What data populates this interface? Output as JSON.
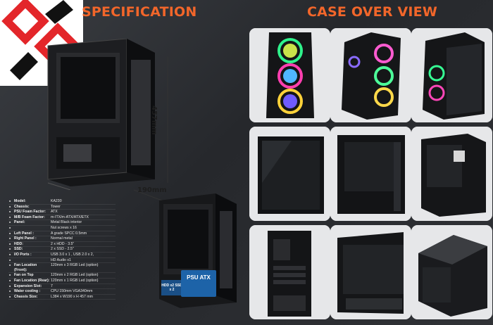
{
  "headings": {
    "specification": "SPECIFICATION",
    "case_over_view": "CASE OVER VIEW"
  },
  "dimensions": {
    "height": "457mm",
    "depth": "190mm"
  },
  "labels": {
    "psu": "PSU ATX",
    "disk": "HDD x2 SSD x 2"
  },
  "spec": {
    "rows": [
      {
        "key": "Model:",
        "value": "KA230"
      },
      {
        "key": "Chassis:",
        "value": "Tower"
      },
      {
        "key": "PSU Foam Factor:",
        "value": "ATX"
      },
      {
        "key": "M/B Foam Factor:",
        "value": "m-ITX/m-ATX/ATX/ETX"
      },
      {
        "key": "Panel:",
        "value": "Metal Black interior"
      },
      {
        "key": "",
        "value": "Nut screws x 16"
      },
      {
        "key": "Left Panel :",
        "value": "A grade SPCC 0.5mm"
      },
      {
        "key": "Right Panel :",
        "value": "Normal metal"
      },
      {
        "key": "HDD:",
        "value": "2 x HDD - 3.5\""
      },
      {
        "key": "SSD:",
        "value": "2 x SSD - 2.5\""
      },
      {
        "key": "I/O Ports :",
        "value": "USB 3.0 x 1 , USB 2.0 x 2,"
      },
      {
        "key": "",
        "value": "HD Audio x1"
      },
      {
        "key": "Fan Location (Front):",
        "value": "120mm x 3 RGB Led (option)"
      },
      {
        "key": "Fan on Top",
        "value": "120mm x 2 RGB Led (option)"
      },
      {
        "key": "Fan Location (Rear):",
        "value": "120mm x 1 RGB Led (option)"
      },
      {
        "key": "Expansion Slot:",
        "value": "7"
      },
      {
        "key": "Water cooling :",
        "value": "CPU 150mm VGA340mm"
      },
      {
        "key": "Chassis Size:",
        "value": "L384 x W190 x H 457 mm"
      }
    ]
  },
  "colors": {
    "accent": "#f2662a",
    "logo_red": "#e3262a",
    "background": "#2b2d31",
    "psu_label": "#1d63a8"
  }
}
